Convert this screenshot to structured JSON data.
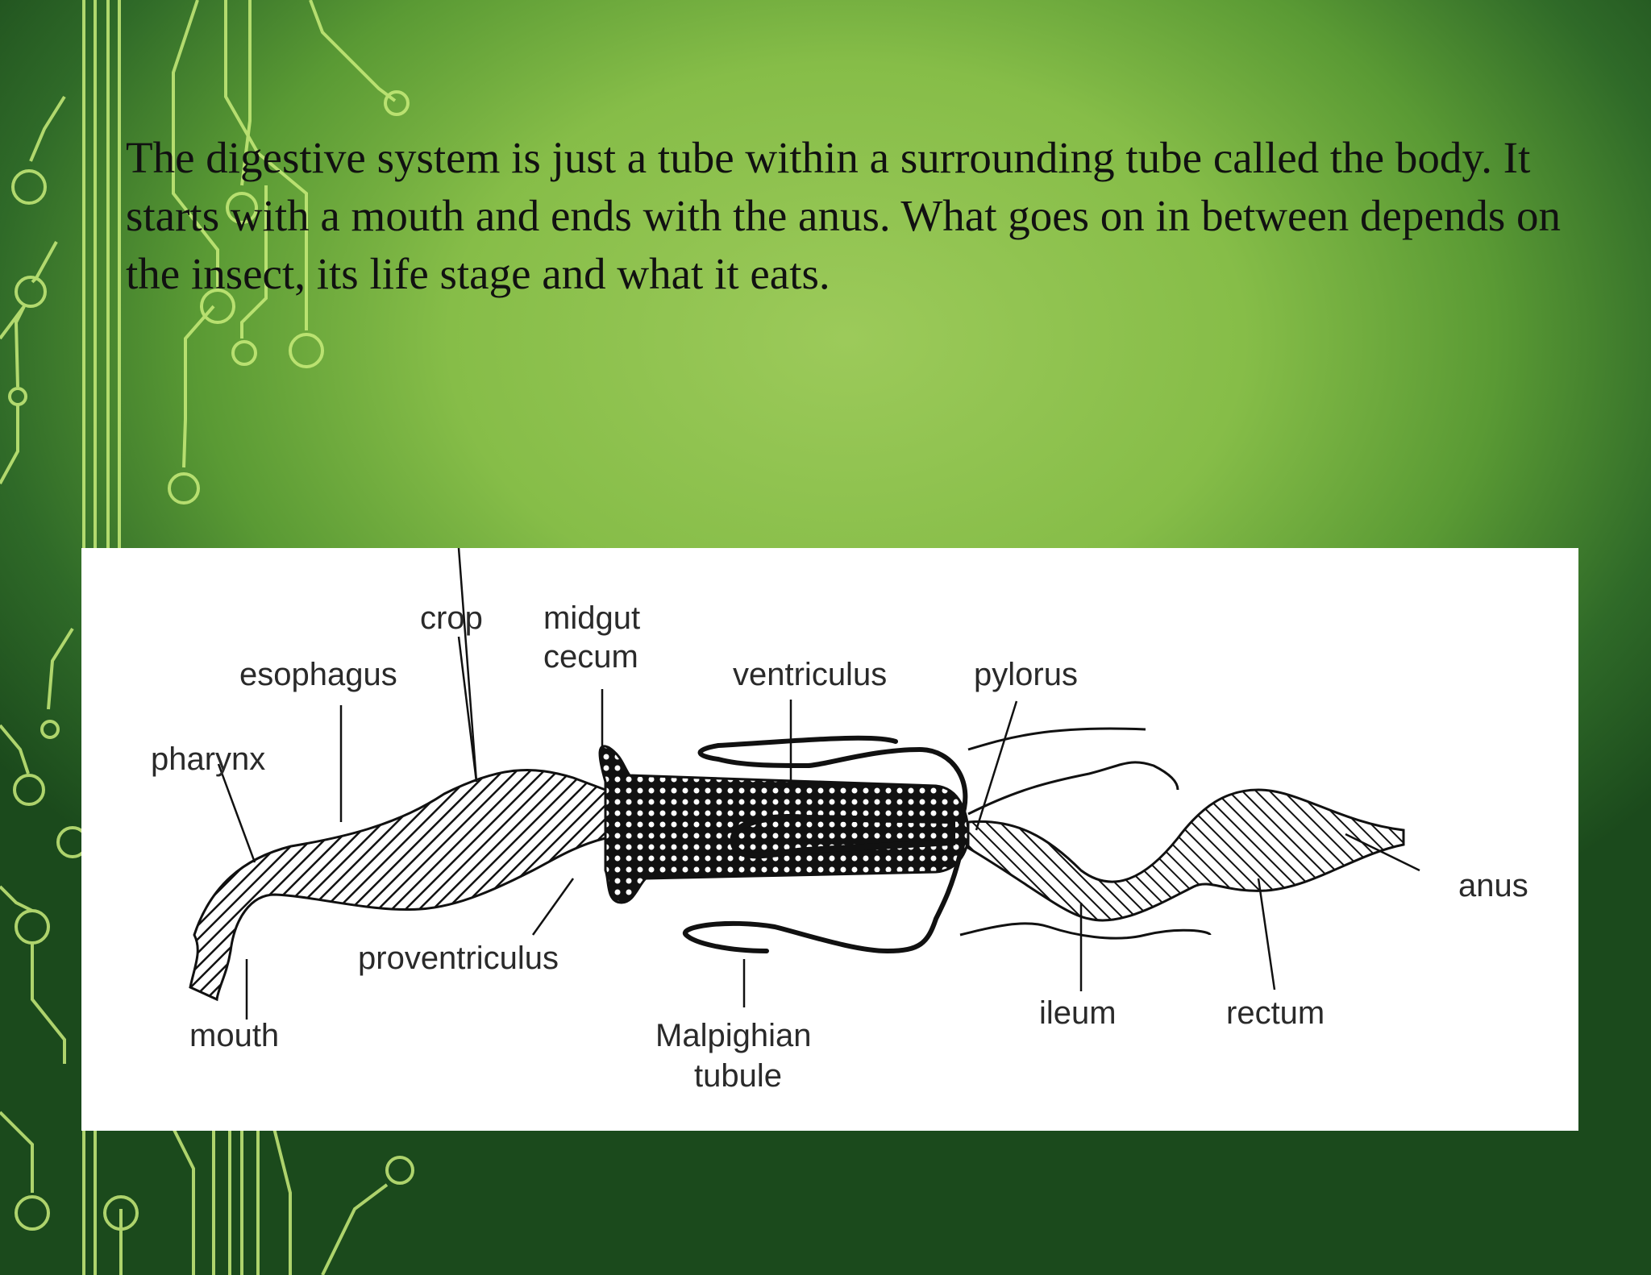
{
  "slide": {
    "body_text": "The digestive system is just a tube within a surrounding tube called the body. It starts with a mouth and ends with the anus. What goes on in between depends on the insect, its life stage and what it eats."
  },
  "diagram": {
    "labels": {
      "crop": "crop",
      "midgut_line1": "midgut",
      "midgut_line2": "cecum",
      "esophagus": "esophagus",
      "ventriculus": "ventriculus",
      "pylorus": "pylorus",
      "pharynx": "pharynx",
      "anus": "anus",
      "proventriculus": "proventriculus",
      "mouth": "mouth",
      "malpighian_line1": "Malpighian",
      "malpighian_line2": "tubule",
      "ileum": "ileum",
      "rectum": "rectum"
    }
  },
  "colors": {
    "background_light": "#9cca5a",
    "background_dark": "#1b4a1c",
    "circuit_lines": "#c8ec7a",
    "text": "#111111"
  }
}
